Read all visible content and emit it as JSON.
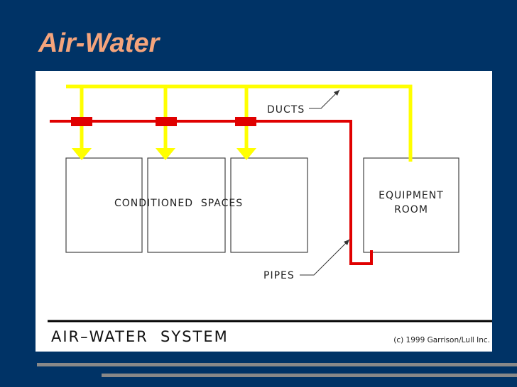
{
  "slide": {
    "title": "Air-Water",
    "colors": {
      "background": "#003366",
      "title": "#f4a47c",
      "ducts": "#ffff00",
      "pipes": "#e00000",
      "bars": "#888888"
    }
  },
  "diagram": {
    "ducts_label": "DUCTS",
    "pipes_label": "PIPES",
    "conditioned_spaces_label": "CONDITIONED  SPACES",
    "equipment_room_label_line1": "EQUIPMENT",
    "equipment_room_label_line2": "ROOM",
    "system_title": "AIR–WATER  SYSTEM",
    "copyright": "(c) 1999 Garrison/Lull Inc."
  }
}
